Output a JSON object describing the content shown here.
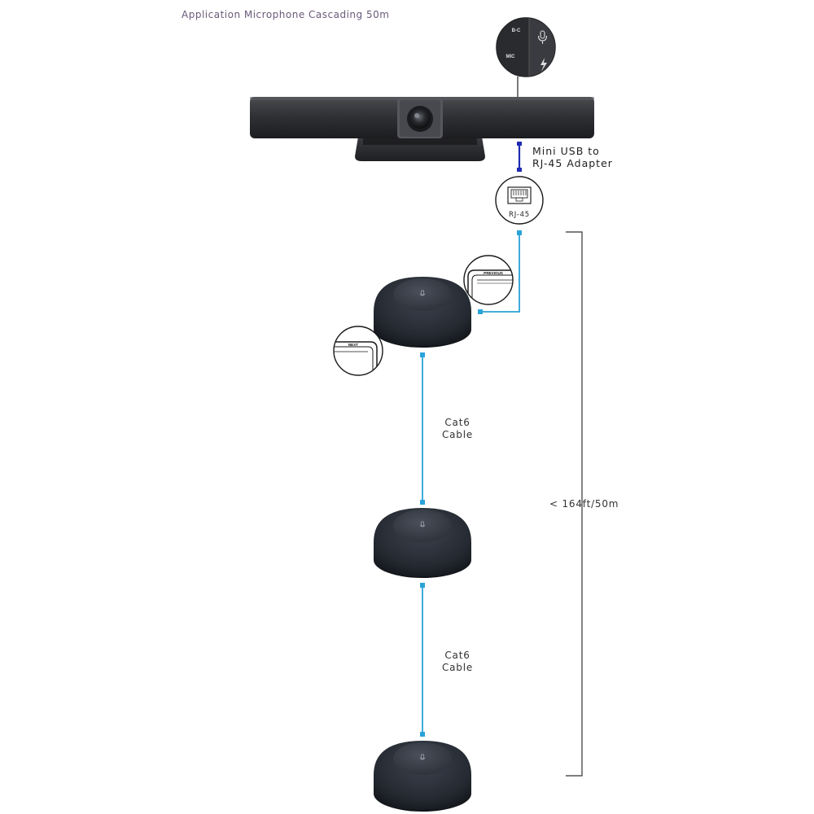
{
  "title": "Application Microphone Cascading 50m",
  "soundbar": {
    "port_labels": [
      "B-C",
      "MIC"
    ],
    "icons": [
      "microphone-icon",
      "lightning-icon"
    ]
  },
  "adapter": {
    "label_line1": "Mini USB to",
    "label_line2": "RJ-45 Adapter"
  },
  "rj45": {
    "label": "RJ-45"
  },
  "port_callouts": {
    "previous": "PREVIOUS",
    "next": "NEXT"
  },
  "cables": [
    {
      "line1": "Cat6",
      "line2": "Cable"
    },
    {
      "line1": "Cat6",
      "line2": "Cable"
    }
  ],
  "distance_label": "< 164ft/50m",
  "colors": {
    "cable": "#2aa3d8",
    "adapter_cable": "#1f2bb0",
    "device": "#2c2f36",
    "title": "#6a5a7a"
  }
}
